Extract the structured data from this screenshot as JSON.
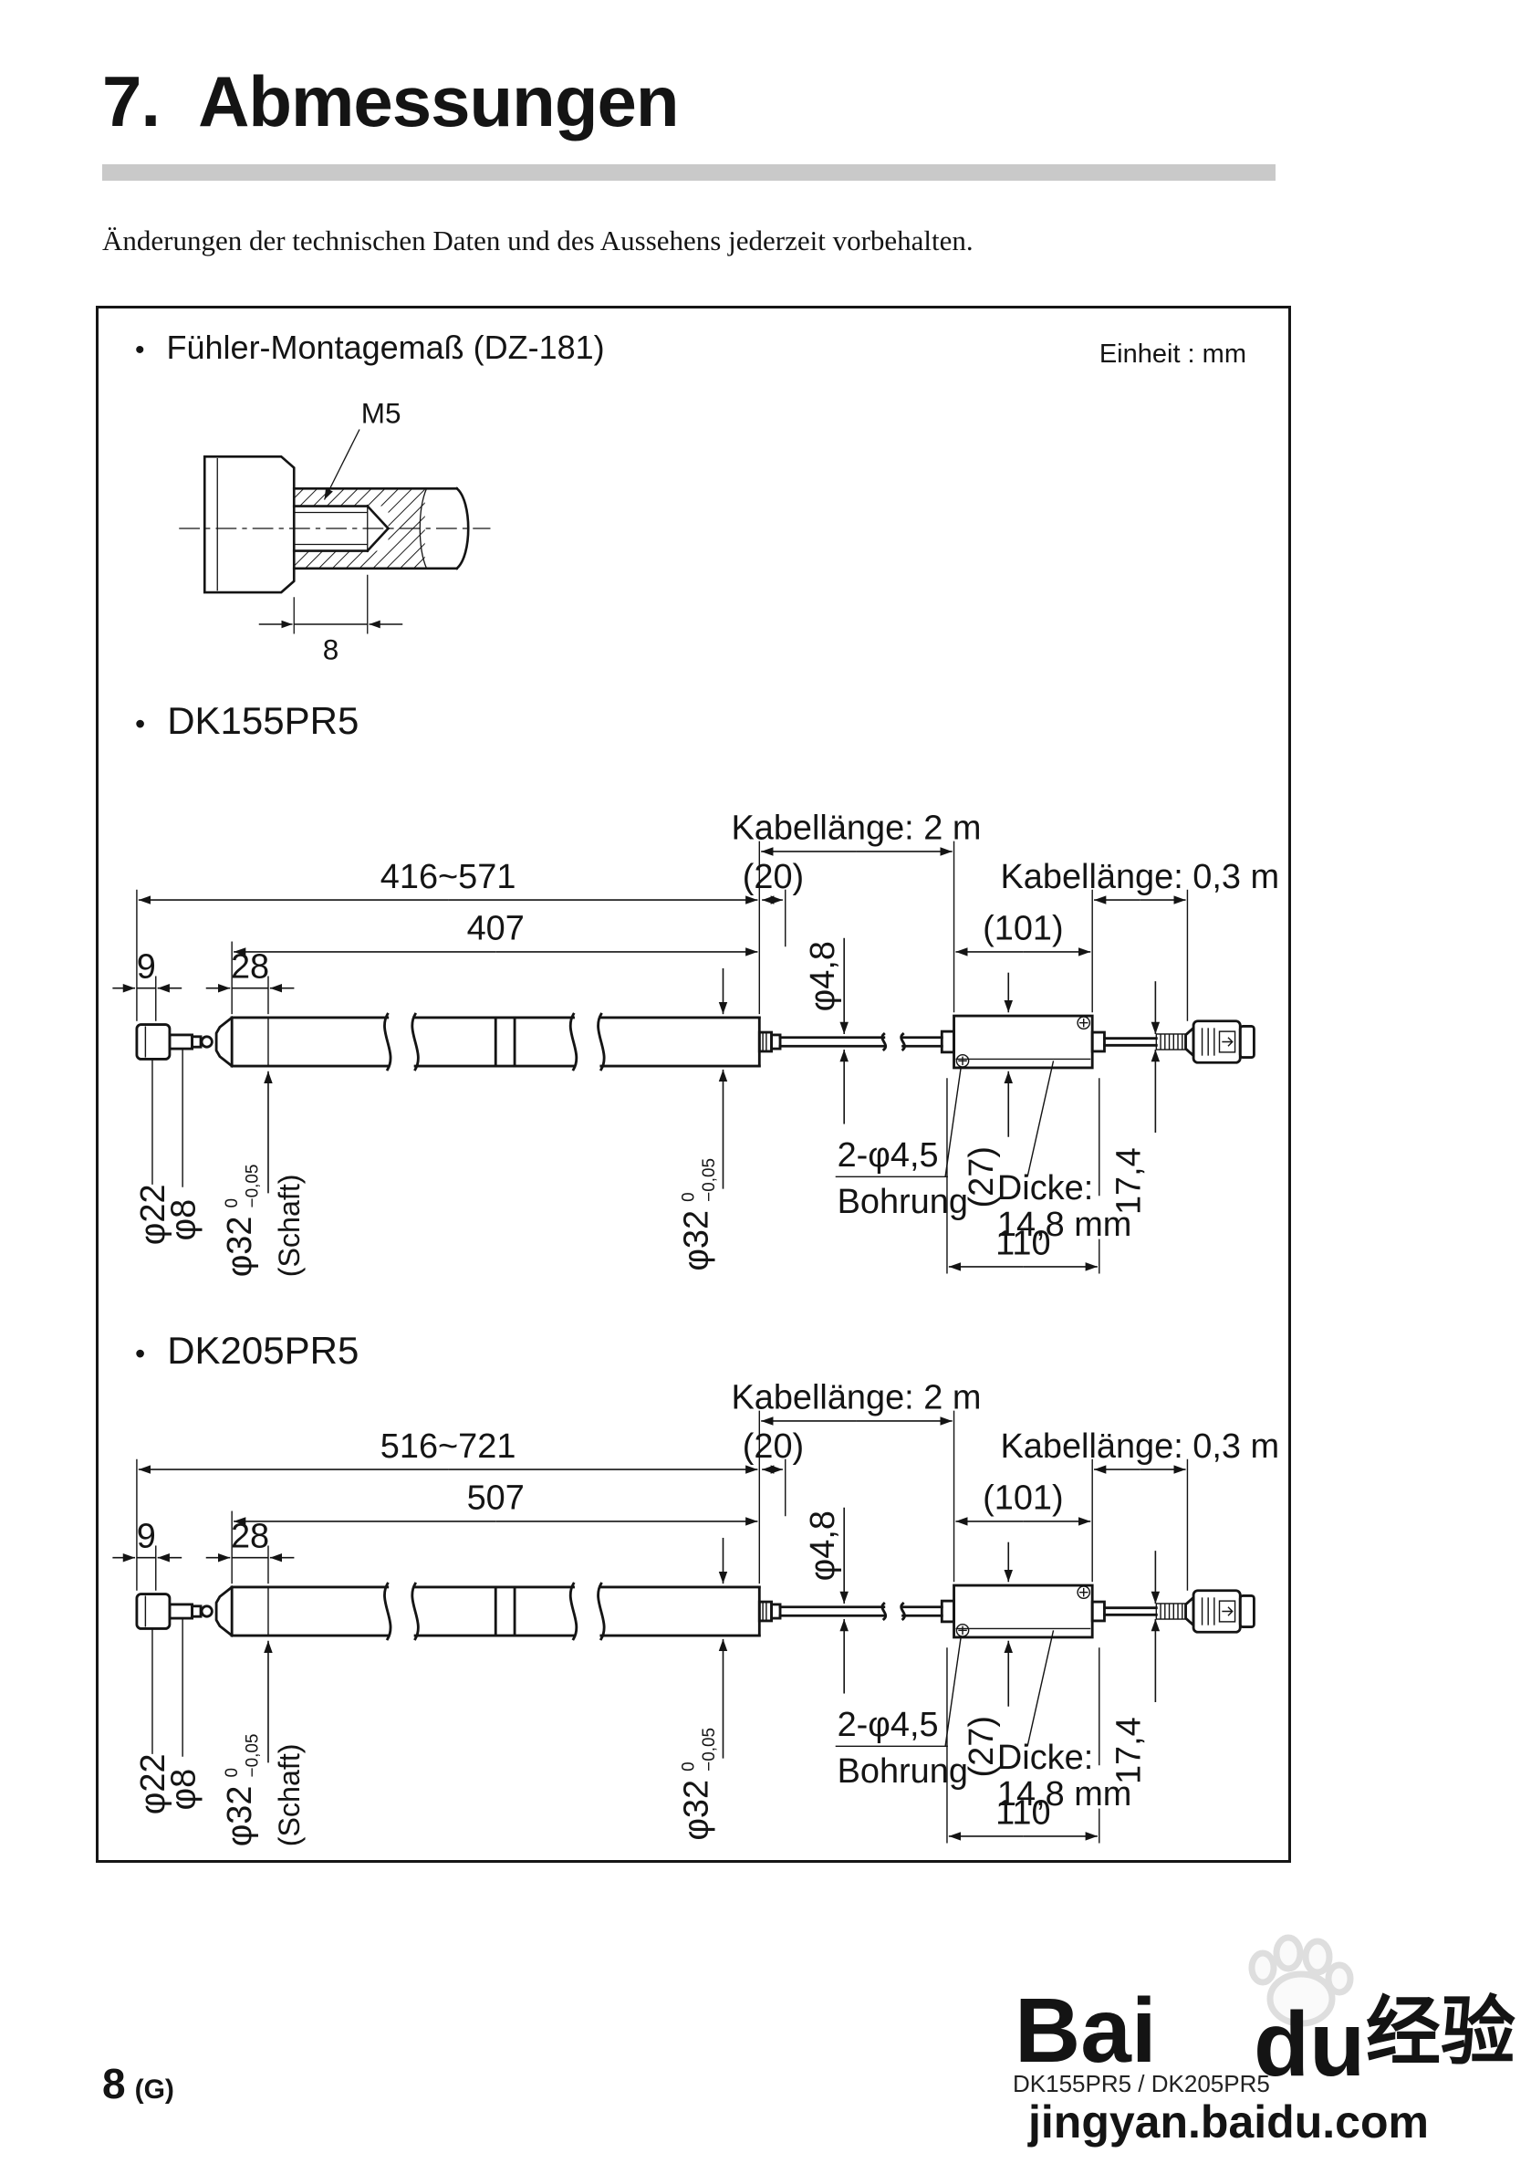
{
  "page": {
    "section_number": "7.",
    "title": "Abmessungen",
    "notice": "Änderungen der technischen Daten und des Aussehens jederzeit vorbehalten.",
    "footer": {
      "page_number": "8",
      "page_suffix": "(G)",
      "models": "DK155PR5 / DK205PR5"
    },
    "watermark": {
      "brand": "Bai",
      "brand2": "du",
      "brand_cn": "经验",
      "url": "jingyan.baidu.com"
    }
  },
  "panel": {
    "unit_label": "Einheit : mm",
    "mounting": {
      "bullet": "•",
      "title": "Fühler-Montagemaß (DZ-181)",
      "thread_label": "M5",
      "depth_dim": "8"
    },
    "probes": [
      {
        "bullet": "•",
        "title": "DK155PR5",
        "cable1_label": "Kabellänge: 2 m",
        "cable2_label": "Kabellänge: 0,3 m",
        "overall_range": "416~571",
        "tube_length": "407",
        "dim_9": "9",
        "dim_28": "28",
        "dim_20": "(20)",
        "dim_101": "(101)",
        "cable_dia": "φ4,8",
        "tip_dia": "φ22",
        "stem_dia": "φ8",
        "shaft_dia": "φ32",
        "shaft_tol_hi": "0",
        "shaft_tol_lo": "−0,05",
        "shaft_label": "(Schaft)",
        "body_dia": "φ32",
        "body_tol_hi": "0",
        "body_tol_lo": "−0,05",
        "holes_label": "2-φ4,5",
        "holes_label2": "Bohrung",
        "box_height": "(27)",
        "thickness_label": "Dicke:",
        "thickness_value": "14,8 mm",
        "out_height": "17,4",
        "box_length": "110"
      },
      {
        "bullet": "•",
        "title": "DK205PR5",
        "cable1_label": "Kabellänge: 2 m",
        "cable2_label": "Kabellänge: 0,3 m",
        "overall_range": "516~721",
        "tube_length": "507",
        "dim_9": "9",
        "dim_28": "28",
        "dim_20": "(20)",
        "dim_101": "(101)",
        "cable_dia": "φ4,8",
        "tip_dia": "φ22",
        "stem_dia": "φ8",
        "shaft_dia": "φ32",
        "shaft_tol_hi": "0",
        "shaft_tol_lo": "−0,05",
        "shaft_label": "(Schaft)",
        "body_dia": "φ32",
        "body_tol_hi": "0",
        "body_tol_lo": "−0,05",
        "holes_label": "2-φ4,5",
        "holes_label2": "Bohrung",
        "box_height": "(27)",
        "thickness_label": "Dicke:",
        "thickness_value": "14,8 mm",
        "out_height": "17,4",
        "box_length": "110"
      }
    ]
  }
}
